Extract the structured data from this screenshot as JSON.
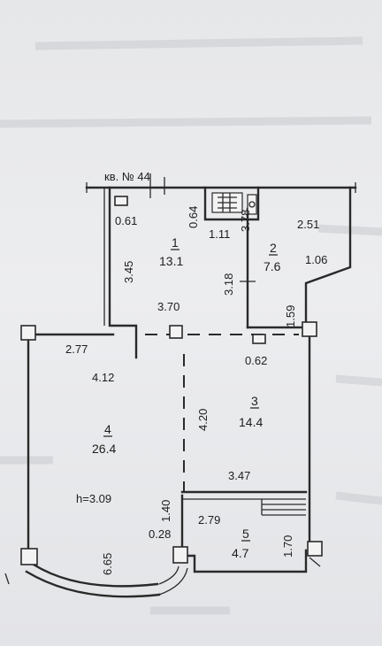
{
  "plan": {
    "apartment_label": "кв. №  44",
    "rooms": [
      {
        "number": "1",
        "area": "13.1"
      },
      {
        "number": "2",
        "area": "7.6"
      },
      {
        "number": "3",
        "area": "14.4"
      },
      {
        "number": "4",
        "area": "26.4"
      },
      {
        "number": "5",
        "area": "4.7"
      }
    ],
    "ceiling_height": "h=3.09",
    "dimensions": {
      "d_0_61": "0.61",
      "d_0_64": "0.64",
      "d_3_78": "3.78",
      "d_2_51": "2.51",
      "d_1_11": "1.11",
      "d_1_06": "1.06",
      "d_3_45": "3.45",
      "d_3_18": "3.18",
      "d_1_59": "1.59",
      "d_3_70": "3.70",
      "d_2_77": "2.77",
      "d_0_62": "0.62",
      "d_4_12": "4.12",
      "d_4_20": "4.20",
      "d_3_47": "3.47",
      "d_1_40": "1.40",
      "d_2_79": "2.79",
      "d_0_28": "0.28",
      "d_1_70": "1.70",
      "d_6_65": "6.65"
    }
  }
}
